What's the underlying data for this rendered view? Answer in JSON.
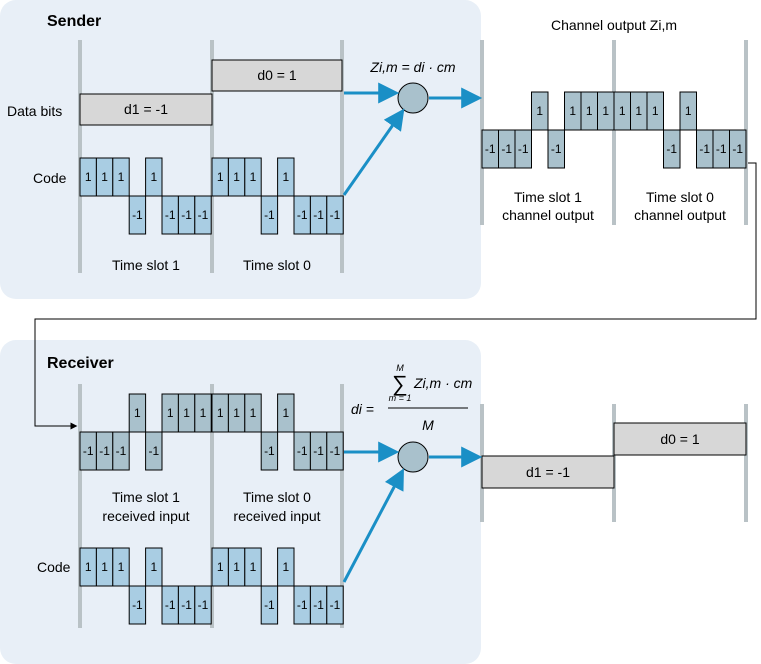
{
  "sender": {
    "title": "Sender",
    "data_bits_label": "Data bits",
    "code_label": "Code",
    "bit_d1": "d1 = -1",
    "bit_d0": "d0 = 1",
    "slot1_label": "Time slot 1",
    "slot0_label": "Time slot 0",
    "code_chips": [
      1,
      1,
      1,
      -1,
      1,
      -1,
      -1,
      -1
    ]
  },
  "encoder_formula": "Zi,m = di · cm",
  "channel": {
    "title": "Channel output Zi,m",
    "slot1_label_line1": "Time slot 1",
    "slot1_label_line2": "channel output",
    "slot0_label_line1": "Time slot 0",
    "slot0_label_line2": "channel output",
    "slot1_chips": [
      -1,
      -1,
      -1,
      1,
      -1,
      1,
      1,
      1
    ],
    "slot0_chips": [
      1,
      1,
      1,
      -1,
      1,
      -1,
      -1,
      -1
    ]
  },
  "receiver": {
    "title": "Receiver",
    "code_label": "Code",
    "slot1_label_line1": "Time slot 1",
    "slot1_label_line2": "received input",
    "slot0_label_line1": "Time slot 0",
    "slot0_label_line2": "received input",
    "output_d1": "d1 = -1",
    "output_d0": "d0 = 1"
  },
  "decoder_formula": {
    "lhs": "di =",
    "sum_top": "M",
    "sum_bottom": "m = 1",
    "numerator": "Zi,m · cm",
    "denominator": "M"
  },
  "colors": {
    "panel": "#e8eff7",
    "chip_fill": "#a9cde3",
    "output_chip_fill": "#a9c1cc",
    "bit_fill": "#d7d7d7",
    "separator": "#b9c2c6",
    "arrow": "#1a8fc6",
    "adder_fill": "#a9c1cc"
  }
}
